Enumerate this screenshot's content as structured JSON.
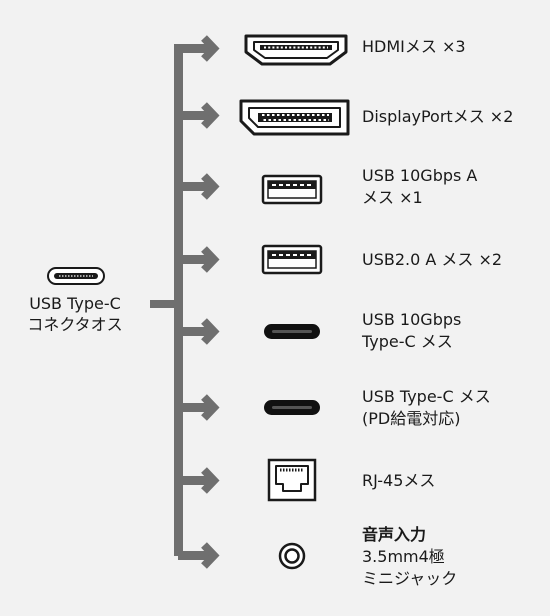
{
  "source": {
    "icon": "usb-c-connector-icon",
    "label_lines": [
      "USB Type-C",
      "コネクタオス"
    ]
  },
  "ports": [
    {
      "icon": "hdmi-port-icon",
      "lines": [
        "HDMIメス ×3"
      ]
    },
    {
      "icon": "displayport-port-icon",
      "lines": [
        "DisplayPortメス ×2"
      ]
    },
    {
      "icon": "usb-a-port-icon",
      "lines": [
        "USB 10Gbps A",
        "メス ×1"
      ]
    },
    {
      "icon": "usb-a-port-icon",
      "lines": [
        "USB2.0 A メス ×2"
      ]
    },
    {
      "icon": "usb-c-port-icon",
      "lines": [
        "USB 10Gbps",
        "Type-C メス"
      ]
    },
    {
      "icon": "usb-c-port-icon",
      "lines": [
        "USB Type-C メス",
        "(PD給電対応)"
      ]
    },
    {
      "icon": "rj45-port-icon",
      "lines": [
        "RJ-45メス"
      ]
    },
    {
      "icon": "audio-jack-icon",
      "lines": [
        "音声入力",
        "3.5mm4極",
        "ミニジャック"
      ]
    }
  ],
  "colors": {
    "arrow": "#6f6f6f",
    "icon_stroke": "#1a1a1a",
    "background": "#f2f2f2"
  }
}
